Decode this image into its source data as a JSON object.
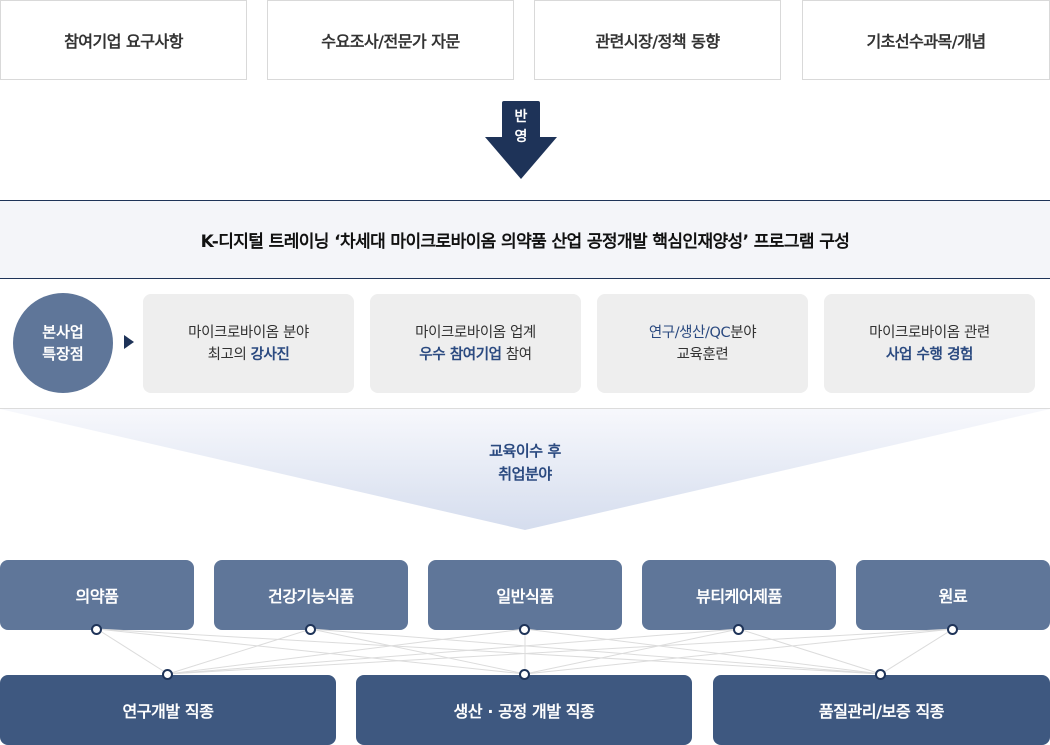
{
  "inputs": [
    {
      "label": "참여기업 요구사항"
    },
    {
      "label": "수요조사/전문가 자문"
    },
    {
      "label": "관련시장/정책 동향"
    },
    {
      "label": "기초선수과목/개념"
    }
  ],
  "reflect_arrow": {
    "line1": "반",
    "line2": "영",
    "color": "#1e3358"
  },
  "banner": {
    "title": "K-디지털 트레이닝 ‘차세대 마이크로바이옴 의약품 산업 공정개발 핵심인재양성’ 프로그램 구성"
  },
  "features": {
    "circle": {
      "line1": "본사업",
      "line2": "특장점",
      "color": "#5f7699"
    },
    "items": [
      {
        "line1_plain": "마이크로바이옴 분야",
        "line2_plain": "최고의 ",
        "line2_highlight": "강사진"
      },
      {
        "line1_plain": "마이크로바이옴 업계",
        "line2_highlight": "우수 참여기업",
        "line2_plain": " 참여"
      },
      {
        "line1_highlight": "연구/생산/QC",
        "line1_plain": "분야",
        "line2_plain": "교육훈련"
      },
      {
        "line1_plain": "마이크로바이옴 관련",
        "line2_highlight": "사업 수행 경험"
      }
    ],
    "highlight_color": "#2b4a80"
  },
  "funnel": {
    "line1": "교육이수 후",
    "line2": "취업분야"
  },
  "fields": [
    {
      "label": "의약품"
    },
    {
      "label": "건강기능식품"
    },
    {
      "label": "일반식품"
    },
    {
      "label": "뷰티케어제품"
    },
    {
      "label": "원료"
    }
  ],
  "jobs": [
    {
      "label": "연구개발 직종"
    },
    {
      "label": "생산 · 공정 개발 직종"
    },
    {
      "label": "품질관리/보증 직종"
    }
  ],
  "colors": {
    "navy": "#1e3358",
    "field_box": "#5f7699",
    "job_box": "#3e5880",
    "feature_box": "#eeeeee",
    "banner_bg": "#f4f5f9"
  }
}
